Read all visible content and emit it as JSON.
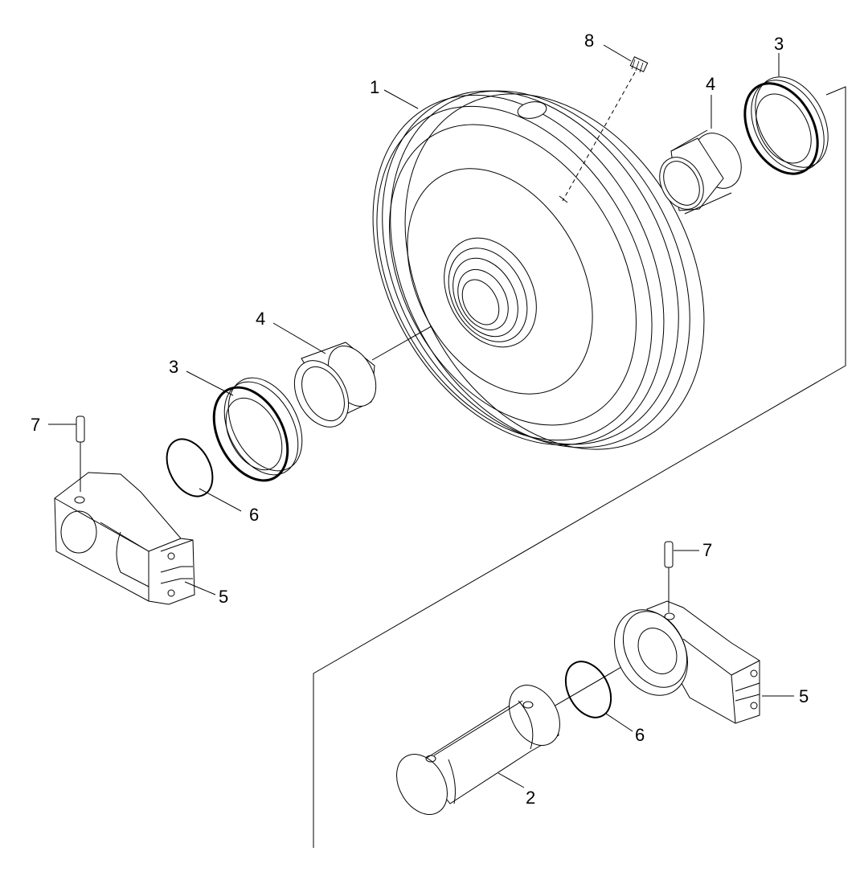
{
  "callouts": {
    "c1": "1",
    "c2": "2",
    "c3_top": "3",
    "c3_left": "3",
    "c4_top": "4",
    "c4_left": "4",
    "c5_left": "5",
    "c5_right": "5",
    "c6_left": "6",
    "c6_right": "6",
    "c7_left": "7",
    "c7_right": "7",
    "c8": "8"
  }
}
